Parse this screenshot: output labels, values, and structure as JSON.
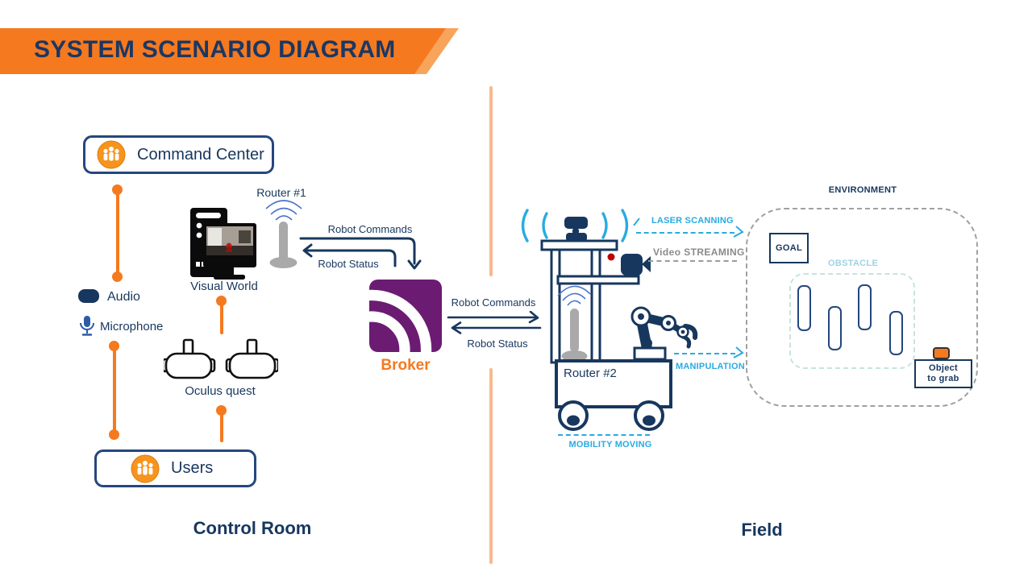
{
  "title": "SYSTEM SCENARIO DIAGRAM",
  "sections": {
    "left": "Control Room",
    "right": "Field"
  },
  "control_room": {
    "command_center_label": "Command Center",
    "users_label": "Users",
    "audio_label": "Audio",
    "microphone_label": "Microphone",
    "visual_world_label": "Visual World",
    "oculus_label": "Oculus quest",
    "router1_label": "Router #1"
  },
  "broker": {
    "label": "Broker"
  },
  "arrows": {
    "left_commands": "Robot Commands",
    "left_status": "Robot Status",
    "right_commands": "Robot Commands",
    "right_status": "Robot Status"
  },
  "field": {
    "router2_label": "Router #2",
    "laser_label": "LASER SCANNING",
    "video_label": "Video STREAMING",
    "manipulation_label": "MANIPULATION",
    "mobility_label": "MOBILITY MOVING",
    "environment_label": "ENVIRONMENT",
    "goal_label": "GOAL",
    "obstacle_label": "OBSTACLE",
    "object_line1": "Object",
    "object_line2": "to grab"
  },
  "icons": {
    "command_center": "people-icon",
    "users": "people-icon",
    "audio": "speaker-icon",
    "microphone": "microphone-icon",
    "visual_world": "desktop-computer-icon",
    "oculus": "vr-headset-icon",
    "router": "antenna-icon",
    "broker": "wifi-signal-icon",
    "camera": "video-camera-icon",
    "lidar": "lidar-scanner-icon"
  },
  "colors": {
    "accent_orange": "#F5791F",
    "light_orange": "#F9A45B",
    "peach_divider": "#F6B98E",
    "navy": "#17375E",
    "border_navy": "#24477E",
    "purple": "#6B1C72",
    "cyan": "#29ABE2",
    "pale_blue": "#9ED2E2",
    "pale_mint": "#C5E4DE",
    "gray_text": "#8A8A8A",
    "antenna_gray": "#A9A9A9",
    "red": "#C00000"
  }
}
